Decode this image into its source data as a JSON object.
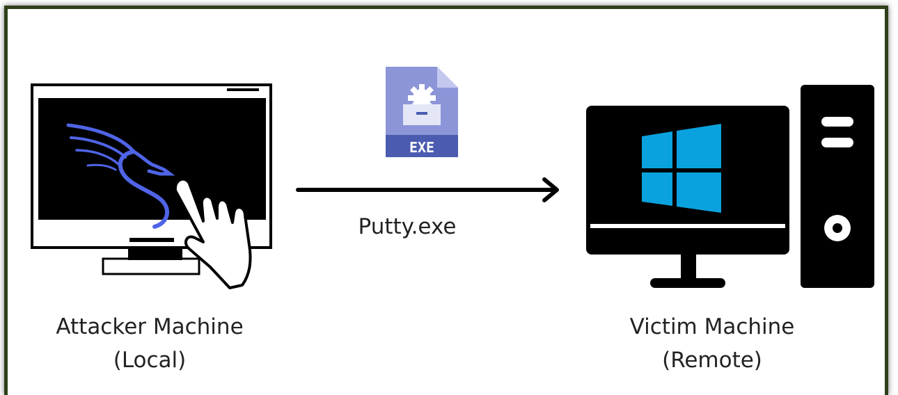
{
  "attacker": {
    "title": "Attacker Machine",
    "subtitle": "(Local)",
    "icon": "kali-monitor-with-hand-icon"
  },
  "victim": {
    "title": "Victim Machine",
    "subtitle": "(Remote)",
    "icon": "windows-desktop-computer-icon"
  },
  "transfer": {
    "file_label": "Putty.exe",
    "file_icon": "exe-file-icon",
    "file_badge": "EXE",
    "direction": "attacker-to-victim"
  },
  "colors": {
    "frame_border": "#2f3f1a",
    "exe_file": "#8c95d8",
    "exe_band": "#4a5bb0",
    "kali_dragon": "#4f64e6",
    "windows_logo": "#0aa2de"
  }
}
